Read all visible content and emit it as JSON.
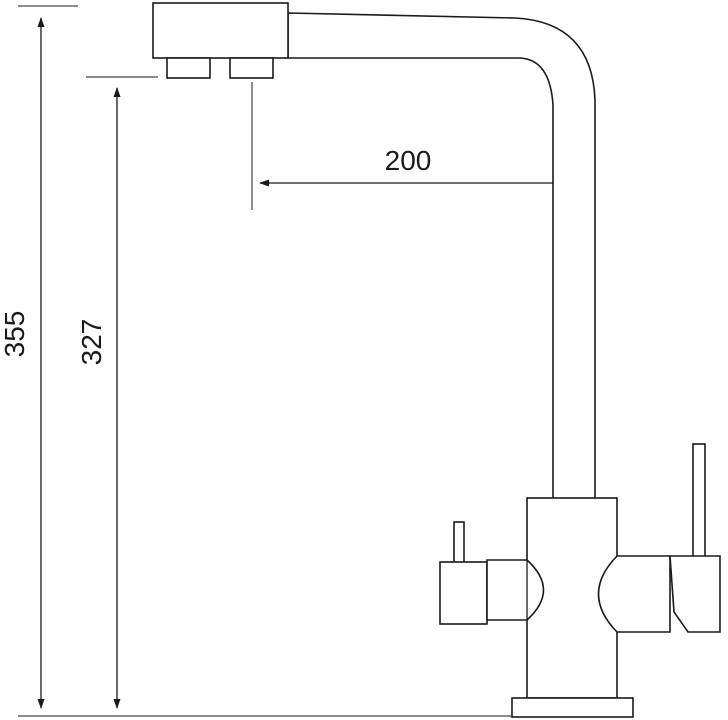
{
  "dimensions": {
    "total_height": "355",
    "spout_height": "327",
    "spout_reach": "200"
  },
  "colors": {
    "line": "#1a1a1a",
    "background": "#ffffff"
  }
}
